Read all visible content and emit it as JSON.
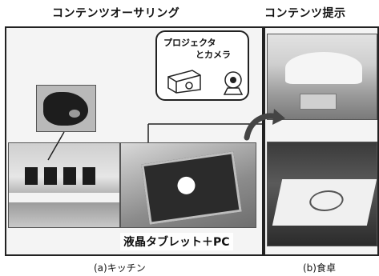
{
  "headings": {
    "authoring": "コンテンツオーサリング",
    "presentation": "コンテンツ提示"
  },
  "bubble": {
    "line1": "プロジェクタ",
    "line2": "とカメラ"
  },
  "kitchen": {
    "device_label": "液晶タブレット＋PC",
    "caption": "(a)キッチン"
  },
  "dining": {
    "caption": "(b)食卓"
  }
}
